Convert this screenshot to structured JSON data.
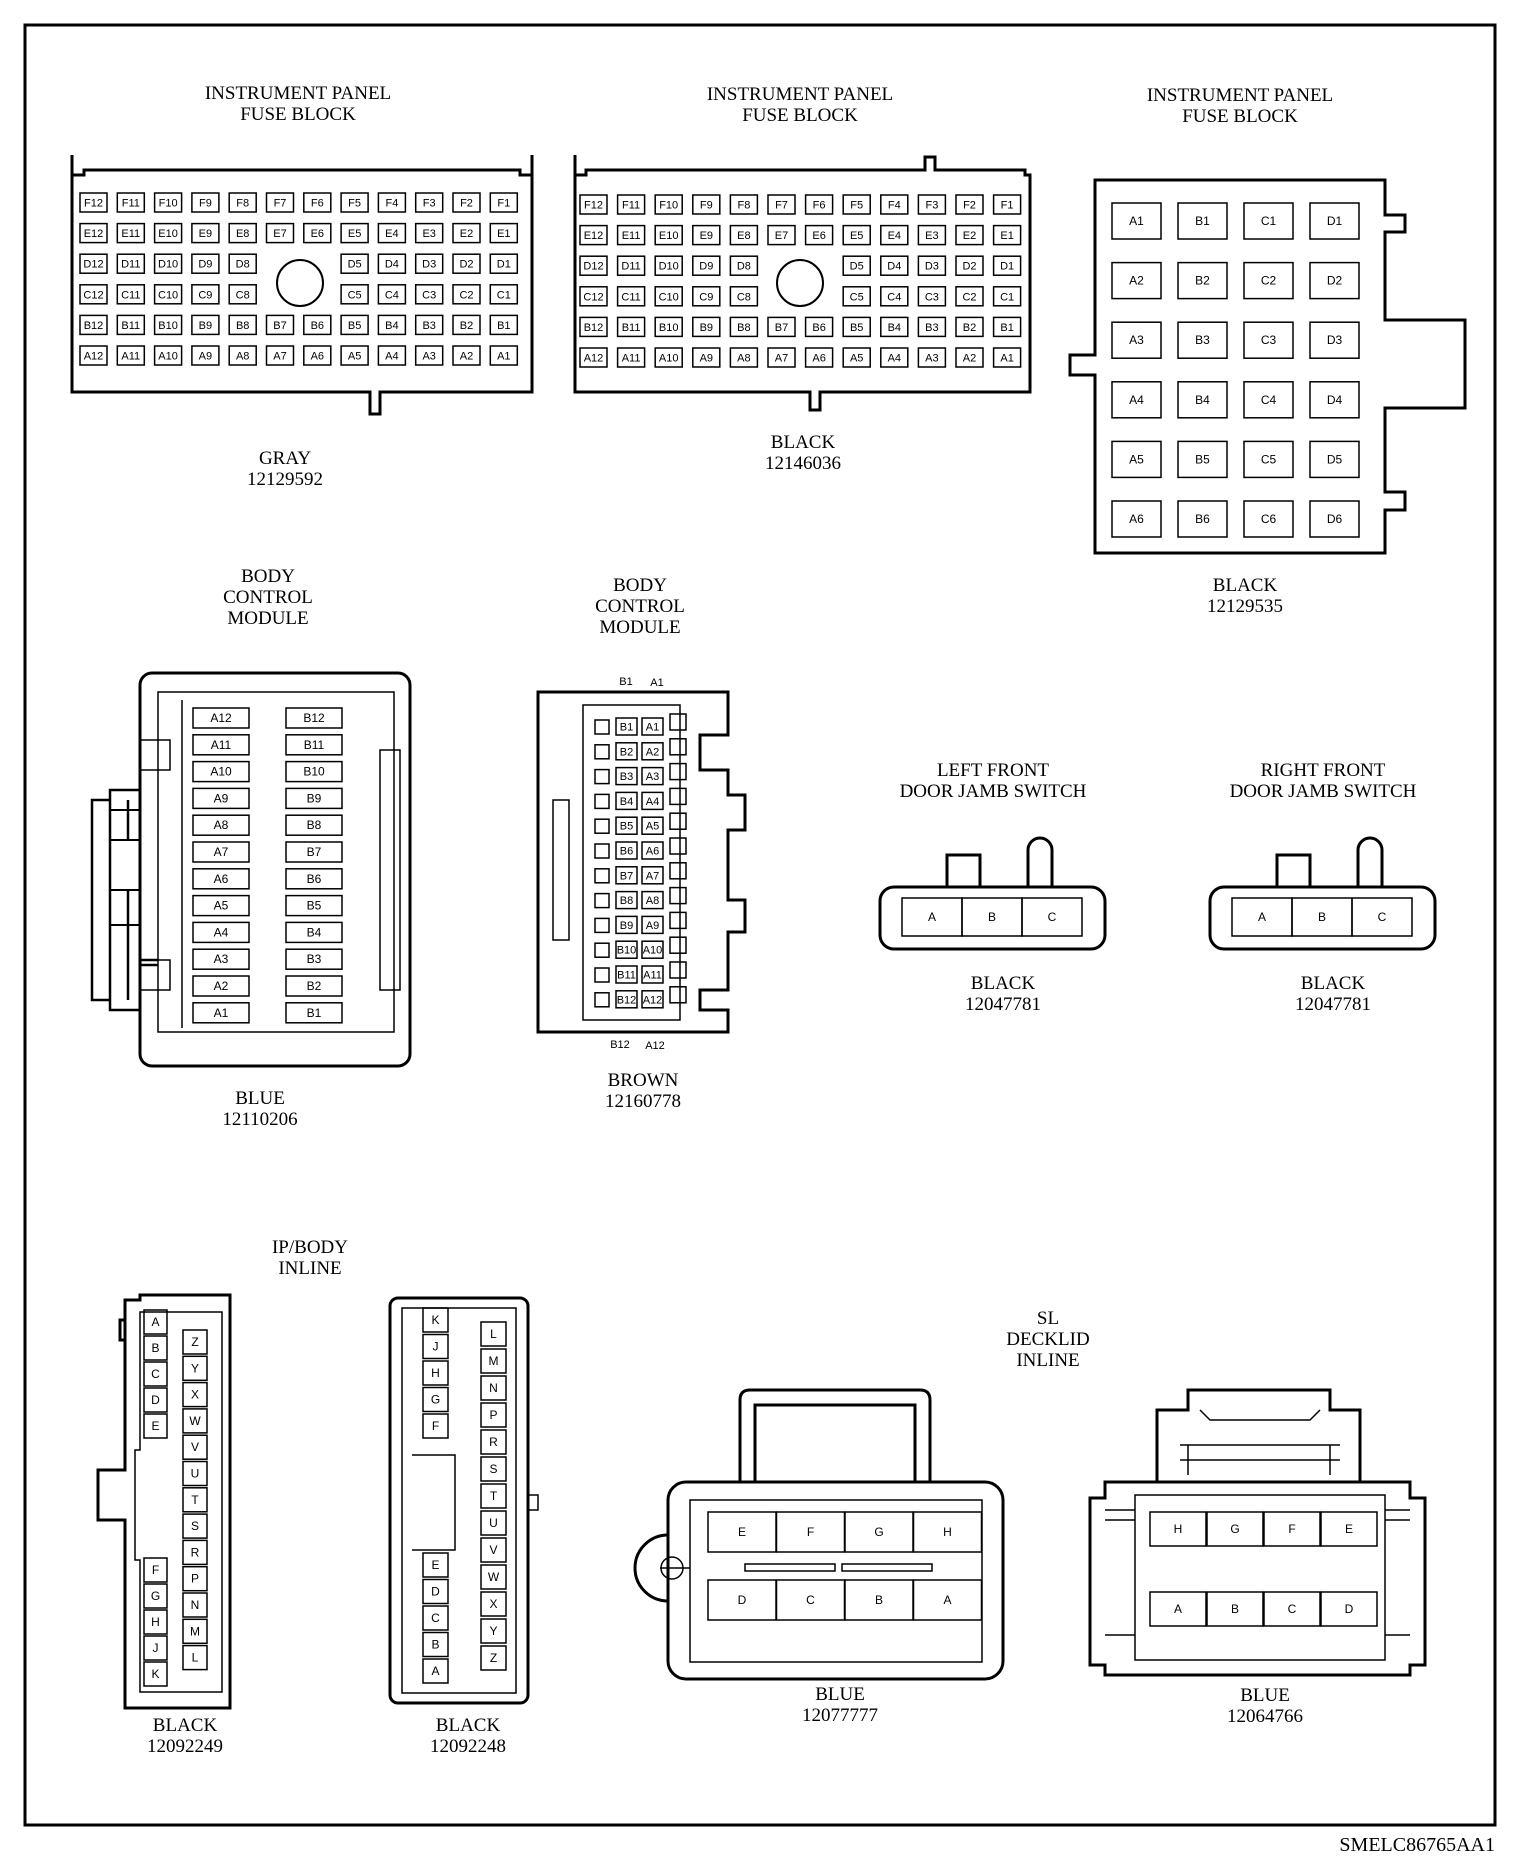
{
  "sheet_code": "SMELC86765AA1",
  "connectors": {
    "ipfb_gray": {
      "title": [
        "INSTRUMENT PANEL",
        "FUSE BLOCK"
      ],
      "color": "GRAY",
      "part": "12129592"
    },
    "ipfb_black": {
      "title": [
        "INSTRUMENT PANEL",
        "FUSE BLOCK"
      ],
      "color": "BLACK",
      "part": "12146036"
    },
    "ipfb_black2": {
      "title": [
        "INSTRUMENT PANEL",
        "FUSE BLOCK"
      ],
      "color": "BLACK",
      "part": "12129535"
    },
    "bcm_blue": {
      "title": [
        "BODY",
        "CONTROL",
        "MODULE"
      ],
      "color": "BLUE",
      "part": "12110206"
    },
    "bcm_brown": {
      "title": [
        "BODY",
        "CONTROL",
        "MODULE"
      ],
      "color": "BROWN",
      "part": "12160778",
      "end_labels": {
        "top": [
          "B1",
          "A1"
        ],
        "bottom": [
          "B12",
          "A12"
        ]
      }
    },
    "lf_door": {
      "title": [
        "LEFT FRONT",
        "DOOR JAMB SWITCH"
      ],
      "color": "BLACK",
      "part": "12047781"
    },
    "rf_door": {
      "title": [
        "RIGHT FRONT",
        "DOOR JAMB SWITCH"
      ],
      "color": "BLACK",
      "part": "12047781"
    },
    "ip_body_inline": {
      "title": [
        "IP/BODY",
        "INLINE"
      ]
    },
    "ipb_a": {
      "color": "BLACK",
      "part": "12092249"
    },
    "ipb_b": {
      "color": "BLACK",
      "part": "12092248"
    },
    "sl_decklid": {
      "title": [
        "SL",
        "DECKLID",
        "INLINE"
      ]
    },
    "sl_a": {
      "color": "BLUE",
      "part": "12077777"
    },
    "sl_b": {
      "color": "BLUE",
      "part": "12064766"
    }
  },
  "pins": {
    "fuse_rows": [
      "F",
      "E",
      "D",
      "C",
      "B",
      "A"
    ],
    "fuse_cols": [
      "12",
      "11",
      "10",
      "9",
      "8",
      "7",
      "6",
      "5",
      "4",
      "3",
      "2",
      "1"
    ],
    "grid6_cols": [
      "A",
      "B",
      "C",
      "D"
    ],
    "grid6_rows": [
      "1",
      "2",
      "3",
      "4",
      "5",
      "6"
    ],
    "bcm_blue_a": [
      "A12",
      "A11",
      "A10",
      "A9",
      "A8",
      "A7",
      "A6",
      "A5",
      "A4",
      "A3",
      "A2",
      "A1"
    ],
    "bcm_blue_b": [
      "B12",
      "B11",
      "B10",
      "B9",
      "B8",
      "B7",
      "B6",
      "B5",
      "B4",
      "B3",
      "B2",
      "B1"
    ],
    "bcm_brown_b": [
      "B1",
      "B2",
      "B3",
      "B4",
      "B5",
      "B6",
      "B7",
      "B8",
      "B9",
      "B10",
      "B11",
      "B12"
    ],
    "bcm_brown_a": [
      "A1",
      "A2",
      "A3",
      "A4",
      "A5",
      "A6",
      "A7",
      "A8",
      "A9",
      "A10",
      "A11",
      "A12"
    ],
    "door": [
      "A",
      "B",
      "C"
    ],
    "ipb_a_left_top": [
      "A",
      "B",
      "C",
      "D",
      "E"
    ],
    "ipb_a_left_bot": [
      "F",
      "G",
      "H",
      "J",
      "K"
    ],
    "ipb_a_right": [
      "Z",
      "Y",
      "X",
      "W",
      "V",
      "U",
      "T",
      "S",
      "R",
      "P",
      "N",
      "M",
      "L"
    ],
    "ipb_b_left_top": [
      "K",
      "J",
      "H",
      "G",
      "F"
    ],
    "ipb_b_left_bot": [
      "E",
      "D",
      "C",
      "B",
      "A"
    ],
    "ipb_b_right": [
      "L",
      "M",
      "N",
      "P",
      "R",
      "S",
      "T",
      "U",
      "V",
      "W",
      "X",
      "Y",
      "Z"
    ],
    "sl_a_top": [
      "E",
      "F",
      "G",
      "H"
    ],
    "sl_a_bot": [
      "D",
      "C",
      "B",
      "A"
    ],
    "sl_b_top": [
      "H",
      "G",
      "F",
      "E"
    ],
    "sl_b_bot": [
      "A",
      "B",
      "C",
      "D"
    ]
  }
}
